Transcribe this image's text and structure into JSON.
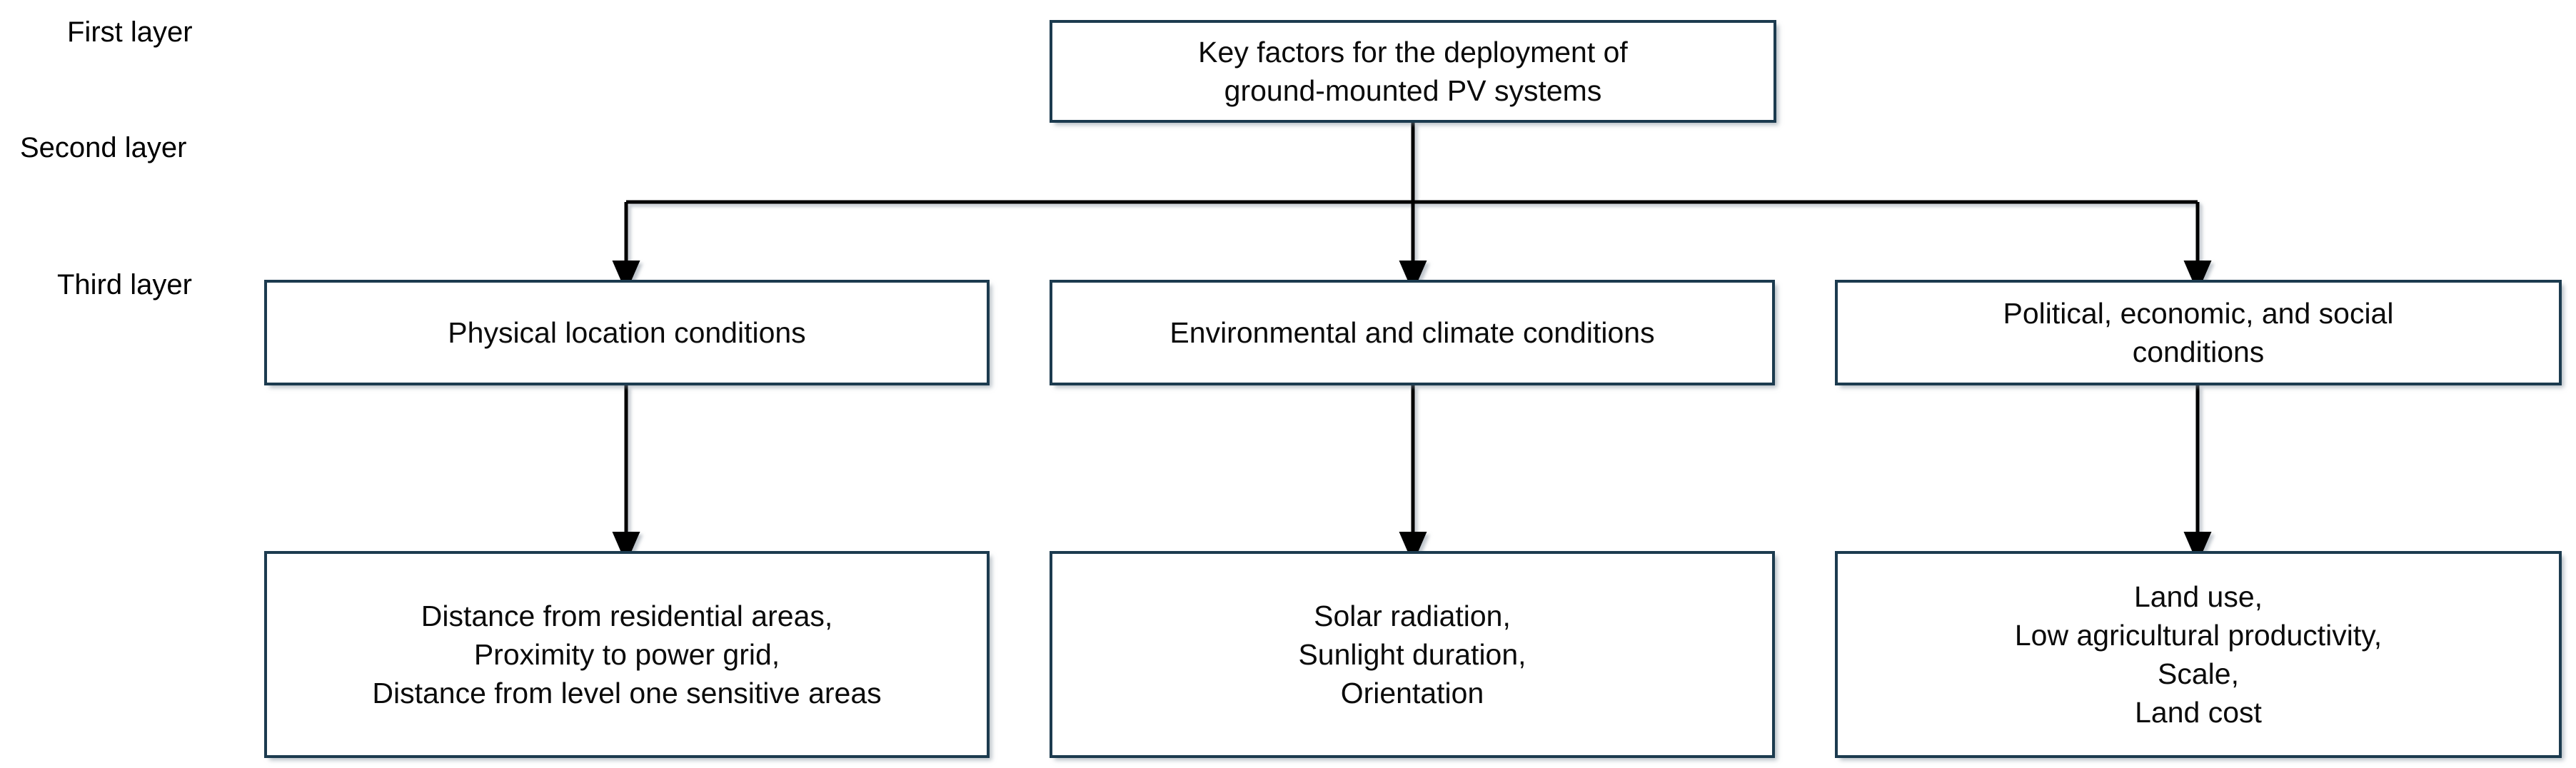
{
  "diagram": {
    "title": "Key factors for the deployment of ground-mounted PV systems hierarchy",
    "box_border_color": "#1c3b4f",
    "box_fill_color": "#ffffff",
    "connector_color": "#000000",
    "background_color": "#ffffff",
    "layer_labels": {
      "first": "First layer",
      "second": "Second layer",
      "third": "Third layer"
    },
    "first_layer": {
      "line1": "Key factors for the deployment of",
      "line2": "ground-mounted PV systems",
      "text": "Key factors for the deployment of\nground-mounted PV systems"
    },
    "second_layer": [
      {
        "text": "Physical location conditions"
      },
      {
        "text": "Environmental and climate conditions"
      },
      {
        "text": "Political, economic, and social\nconditions"
      }
    ],
    "third_layer": [
      {
        "text": "Distance from residential areas,\nProximity to power grid,\nDistance from level one sensitive areas"
      },
      {
        "text": "Solar radiation,\nSunlight duration,\nOrientation"
      },
      {
        "text": "Land use,\nLow agricultural productivity,\nScale,\nLand cost"
      }
    ]
  }
}
